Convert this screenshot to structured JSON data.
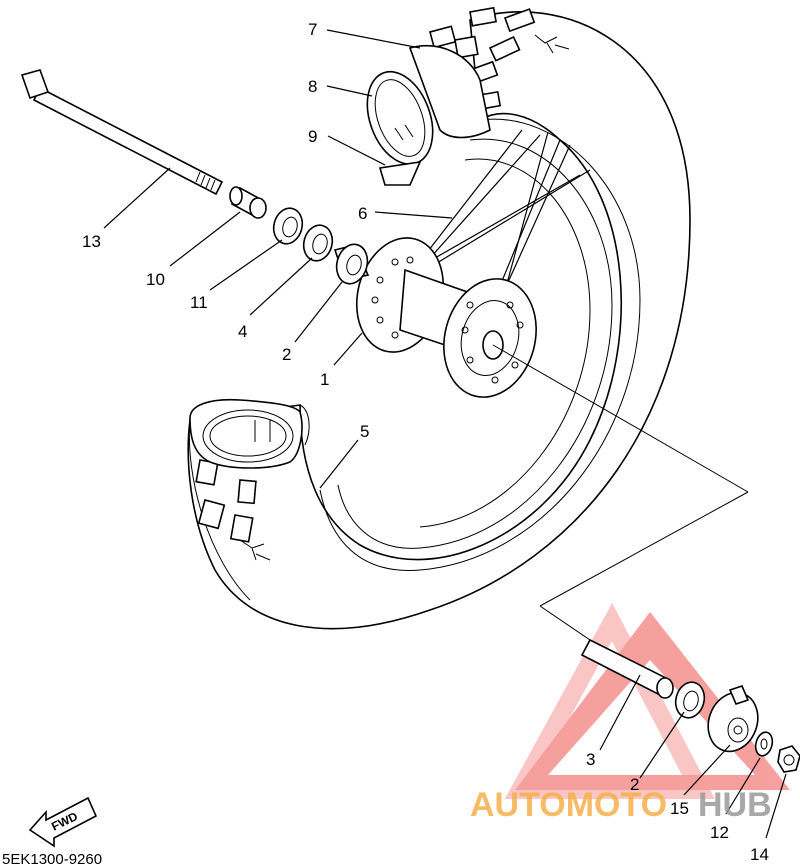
{
  "diagram_code": "5EK1300-9260",
  "fwd_label": "FWD",
  "watermark": {
    "text_orange": "AUTOMOTO",
    "text_gray": "HUB",
    "color_orange": "#f5b04a",
    "color_gray": "#9a9a9a",
    "triangle_color": "#ef5350"
  },
  "callouts": {
    "c7": "7",
    "c8": "8",
    "c9": "9",
    "c6": "6",
    "c13": "13",
    "c10": "10",
    "c11": "11",
    "c4": "4",
    "c2a": "2",
    "c1": "1",
    "c5": "5",
    "c3": "3",
    "c2b": "2",
    "c15": "15",
    "c12": "12",
    "c14": "14"
  }
}
